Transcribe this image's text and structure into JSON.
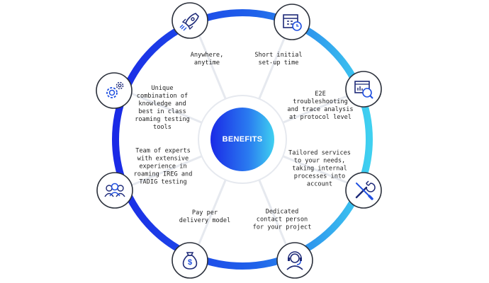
{
  "center": {
    "label": "BENEFITS"
  },
  "colors": {
    "ring_start": "#1a2ae6",
    "ring_end": "#3fd0f0",
    "icon_stroke": "#1e2a78",
    "icon_accent": "#1f4fe0",
    "text": "#222222"
  },
  "benefits": [
    {
      "label": "Anywhere,\nanytime",
      "icon": "rocket-icon"
    },
    {
      "label": "Short initial\nset-up time",
      "icon": "calendar-clock-icon"
    },
    {
      "label": "E2E\ntroubleshooting\nand trace analysis\nat protocol level",
      "icon": "analysis-window-icon"
    },
    {
      "label": "Tailored services\nto your needs,\ntaking internal\nprocesses into\naccount",
      "icon": "wrench-screwdriver-icon"
    },
    {
      "label": "Dedicated\ncontact person\nfor your project",
      "icon": "headset-agent-icon"
    },
    {
      "label": "Pay per\ndelivery model",
      "icon": "money-bag-icon"
    },
    {
      "label": "Team of experts\nwith extensive\nexperience in\nroaming IREG and\nTADIG testing",
      "icon": "team-icon"
    },
    {
      "label": "Unique\ncombination of\nknowledge and\nbest in class\nroaming testing\ntools",
      "icon": "gears-icon"
    }
  ]
}
